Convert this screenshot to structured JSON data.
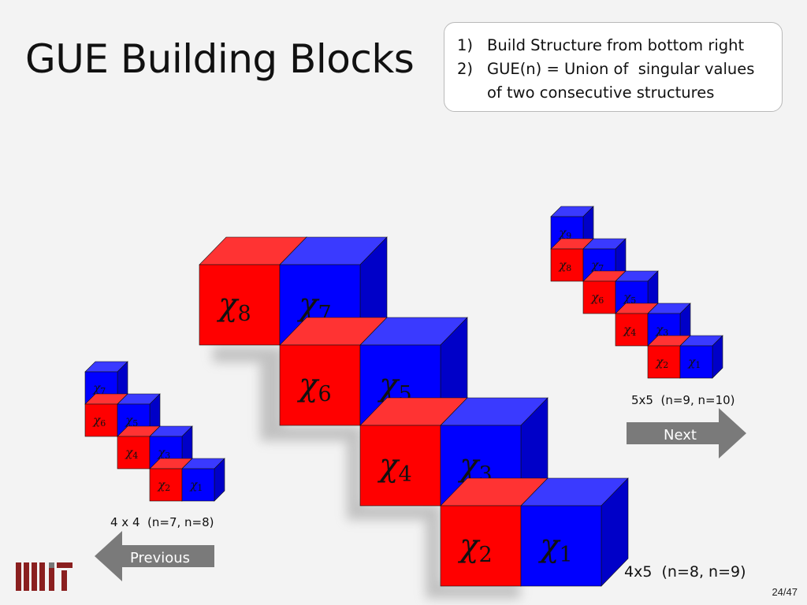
{
  "slide": {
    "title": "GUE Building Blocks",
    "notes": [
      {
        "num": "1)",
        "text": "Build Structure from bottom right"
      },
      {
        "num": "2)",
        "text": "GUE(n) = Union of  singular values"
      },
      {
        "num": "",
        "text": "of two consecutive structures"
      }
    ],
    "page": "24/47",
    "logo": "mit-logo"
  },
  "structures": {
    "main": {
      "caption": "4x5  (n=8, n=9)",
      "cells": [
        {
          "label": "χ8",
          "color": "red",
          "top": true
        },
        {
          "label": "χ7",
          "color": "blue",
          "top": true
        },
        {
          "label": "χ6",
          "color": "red",
          "top": false
        },
        {
          "label": "χ5",
          "color": "blue",
          "top": true
        },
        {
          "label": "χ4",
          "color": "red",
          "top": false
        },
        {
          "label": "χ3",
          "color": "blue",
          "top": true
        },
        {
          "label": "χ2",
          "color": "red",
          "top": false
        },
        {
          "label": "χ1",
          "color": "blue",
          "top": true
        }
      ]
    },
    "left": {
      "caption": "4 x 4  (n=7, n=8)",
      "cells": [
        {
          "label": "χ7",
          "color": "blue"
        },
        {
          "label": "χ6",
          "color": "red"
        },
        {
          "label": "χ5",
          "color": "blue"
        },
        {
          "label": "χ4",
          "color": "red"
        },
        {
          "label": "χ3",
          "color": "blue"
        },
        {
          "label": "χ2",
          "color": "red"
        },
        {
          "label": "χ1",
          "color": "blue"
        }
      ]
    },
    "right": {
      "caption": "5x5  (n=9, n=10)",
      "cells": [
        {
          "label": "χ9",
          "color": "blue"
        },
        {
          "label": "χ8",
          "color": "red"
        },
        {
          "label": "χ7",
          "color": "blue"
        },
        {
          "label": "χ6",
          "color": "red"
        },
        {
          "label": "χ5",
          "color": "blue"
        },
        {
          "label": "χ4",
          "color": "red"
        },
        {
          "label": "χ3",
          "color": "blue"
        },
        {
          "label": "χ2",
          "color": "red"
        },
        {
          "label": "χ1",
          "color": "blue"
        }
      ]
    }
  },
  "nav": {
    "next_label": "Next",
    "previous_label": "Previous"
  },
  "colors": {
    "red_front": "#ff0000",
    "red_top": "#ff3333",
    "red_side": "#cc0000",
    "blue_front": "#0000ff",
    "blue_top": "#3a3aff",
    "blue_side": "#0000c8",
    "arrow": "#7a7a7a"
  }
}
